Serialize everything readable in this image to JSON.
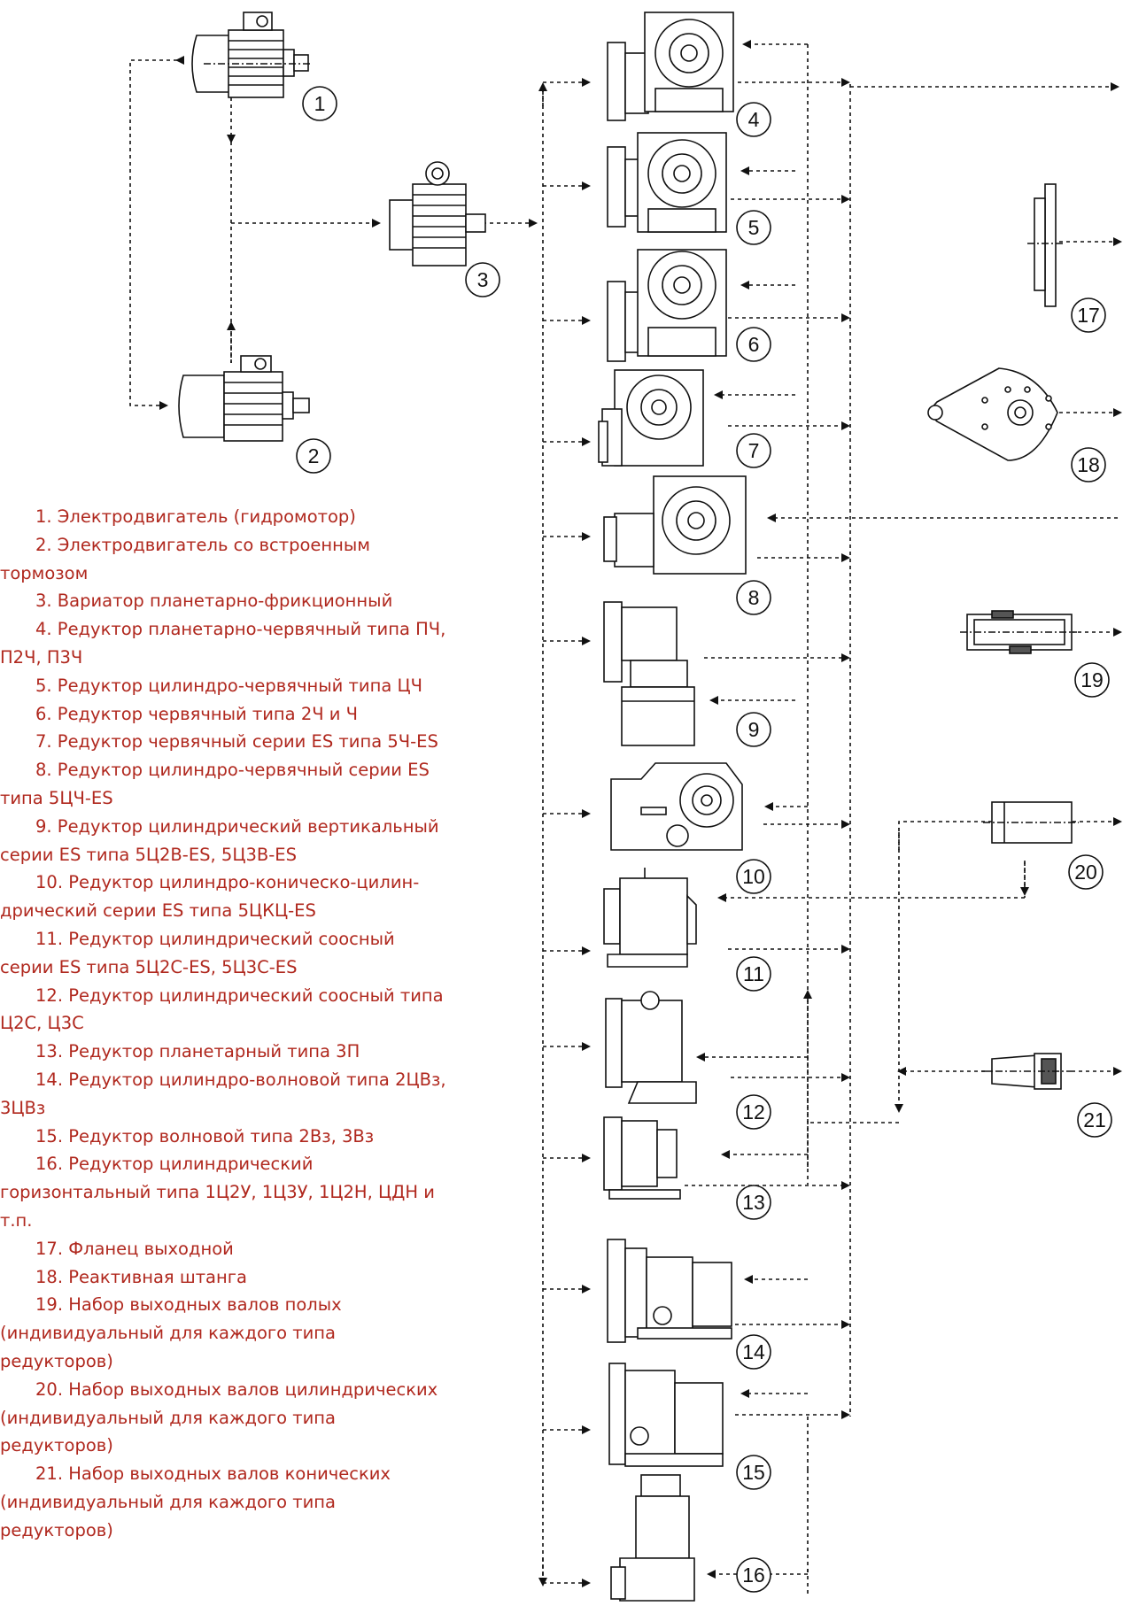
{
  "badges": [
    "1",
    "2",
    "3",
    "4",
    "5",
    "6",
    "7",
    "8",
    "9",
    "10",
    "11",
    "12",
    "13",
    "14",
    "15",
    "16",
    "17",
    "18",
    "19",
    "20",
    "21"
  ],
  "legend": [
    "1.  Электродвигатель (гидромотор)",
    "2.  Электродвигатель со встроенным тормозом",
    "3.  Вариатор планетарно-фрикционный",
    "4.  Редуктор планетарно-червячный типа ПЧ, П2Ч, П3Ч",
    "5.  Редуктор цилиндро-червячный типа ЦЧ",
    "6.  Редуктор червячный типа 2Ч и Ч",
    "7.  Редуктор червячный серии ES типа 5Ч-ES",
    "8.  Редуктор цилиндро-червячный серии ES типа 5ЦЧ-ES",
    "9.  Редуктор цилиндрический вертикальный серии ES типа 5Ц2В-ES, 5Ц3В-ES",
    "10.  Редуктор цилиндро-коническо-цилин­дрический серии ES типа 5ЦКЦ-ES",
    "11.  Редуктор цилиндрический соосный серии ES типа 5Ц2С-ES, 5Ц3С-ES",
    "12.  Редуктор цилиндрический соосный типа Ц2С, Ц3С",
    "13.  Редуктор планетарный типа 3П",
    "14.  Редуктор цилиндро-волновой типа 2ЦВз, 3ЦВз",
    "15.  Редуктор волновой типа 2Вз, 3Вз",
    "16.  Редуктор цилиндрический горизонтальный типа 1Ц2У, 1Ц3У, 1Ц2Н, ЦДН и т.п.",
    "17.  Фланец выходной",
    "18.  Реактивная штанга",
    "19.  Набор выходных валов полых (индивидуальный для каждого типа редукторов)",
    "20.  Набор выходных валов цилиндрических (индивидуальный для каждого типа редукторов)",
    "21.  Набор выходных валов конических (индивидуальный для каждого типа редукторов)"
  ],
  "colors": {
    "legend_text": "#b0281e",
    "line": "#111111",
    "body_fill": "#ffffff"
  }
}
